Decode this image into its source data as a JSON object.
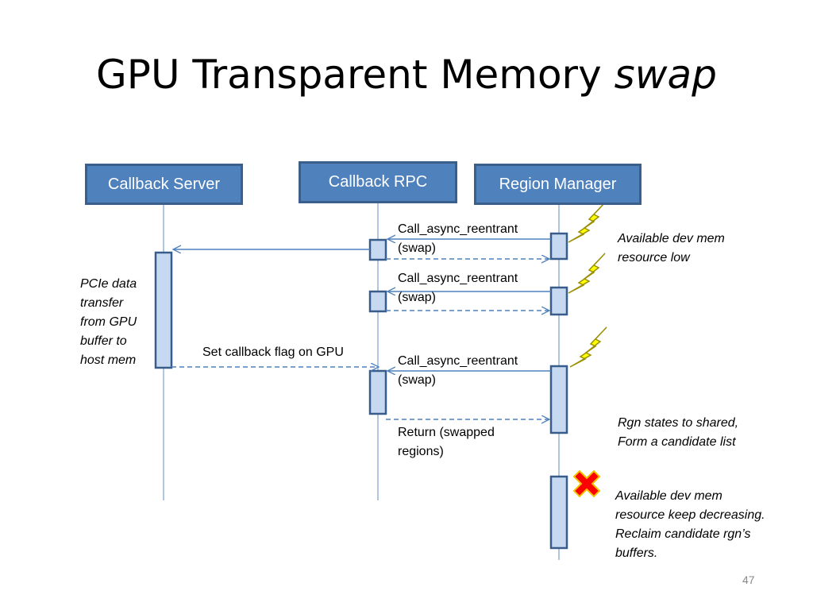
{
  "slide": {
    "title_main": "GPU Transparent Memory",
    "title_em": "swap",
    "page_number": "47"
  },
  "actors": {
    "callback_server": "Callback Server",
    "callback_rpc": "Callback RPC",
    "region_manager": "Region Manager"
  },
  "messages": {
    "call_1_line1": "Call_async_reentrant",
    "call_1_line2": "(swap)",
    "call_2_line1": "Call_async_reentrant",
    "call_2_line2": "(swap)",
    "call_3_line1": "Call_async_reentrant",
    "call_3_line2": "(swap)",
    "set_flag": "Set callback flag on GPU",
    "return_line1": "Return (swapped",
    "return_line2": "regions)"
  },
  "notes": {
    "pcie": [
      "PCIe data",
      "transfer",
      "from GPU",
      "buffer to",
      "host mem"
    ],
    "low": [
      "Available dev mem",
      "resource low"
    ],
    "shared": [
      "Rgn states to shared,",
      "Form a candidate list"
    ],
    "reclaim": [
      "Available dev mem",
      "resource keep decreasing.",
      "Reclaim candidate rgn’s",
      "buffers."
    ]
  },
  "colors": {
    "actor_fill": "#4f81bd",
    "lifeline": "#95b3d7",
    "activation_fill": "#c6d9f1",
    "activation_stroke": "#385d8a",
    "arrow": "#4f81bd",
    "lightning_fill": "#ffff00",
    "lightning_stroke": "#9a8f00",
    "cross": "#ff0000"
  },
  "icons": [
    "lightning-icon",
    "cross-icon"
  ]
}
